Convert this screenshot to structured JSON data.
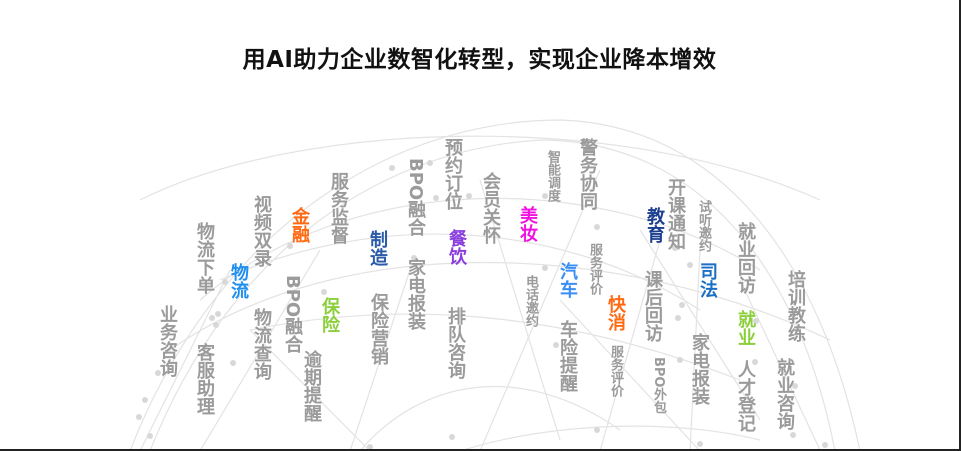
{
  "title": "用AI助力企业数智化转型，实现企业降本增效",
  "colors": {
    "gray": "#9b9b9b",
    "logistics": "#1e8ff0",
    "finance": "#ff6a13",
    "insurance": "#8ccf3c",
    "manufacturing": "#2a5aa8",
    "catering": "#8a3fdc",
    "beauty": "#f012e0",
    "auto": "#3a8ff5",
    "fmcg": "#ff6a13",
    "education": "#1c3f8f",
    "justice": "#1a6fc4",
    "employment": "#8ccf3c"
  },
  "categories": {
    "logistics": "物流",
    "finance": "金融",
    "insurance": "保险",
    "manufacturing": "制造",
    "catering": "餐饮",
    "beauty": "美妆",
    "auto": "汽车",
    "fmcg": "快消",
    "education": "教育",
    "justice": "司法",
    "employment": "就业"
  },
  "services": {
    "business_consult": "业务咨询",
    "logistics_order": "物流下单",
    "cs_assistant": "客服助理",
    "video_record": "视频双录",
    "logistics_query": "物流查询",
    "bpo_fusion_1": "BPO融合",
    "overdue_remind": "逾期提醒",
    "service_supervise": "服务监督",
    "insurance_marketing": "保险营销",
    "bpo_fusion_2": "BPO融合",
    "appliance_install_1": "家电报装",
    "reservation": "预约订位",
    "queue_consult": "排队咨询",
    "member_care": "会员关怀",
    "smart_dispatch": "智能调度",
    "phone_invite": "电话邀约",
    "police_collab": "警务协同",
    "car_insurance_remind": "车险提醒",
    "service_eval_1": "服务评价",
    "service_eval_2": "服务评价",
    "class_notice": "开课通知",
    "trial_invite": "试听邀约",
    "after_class_visit": "课后回访",
    "bpo_outsource": "BPO外包",
    "appliance_install_2": "家电报装",
    "employment_visit": "就业回访",
    "talent_register": "人才登记",
    "training_coach": "培训教练",
    "employment_consult": "就业咨询"
  }
}
